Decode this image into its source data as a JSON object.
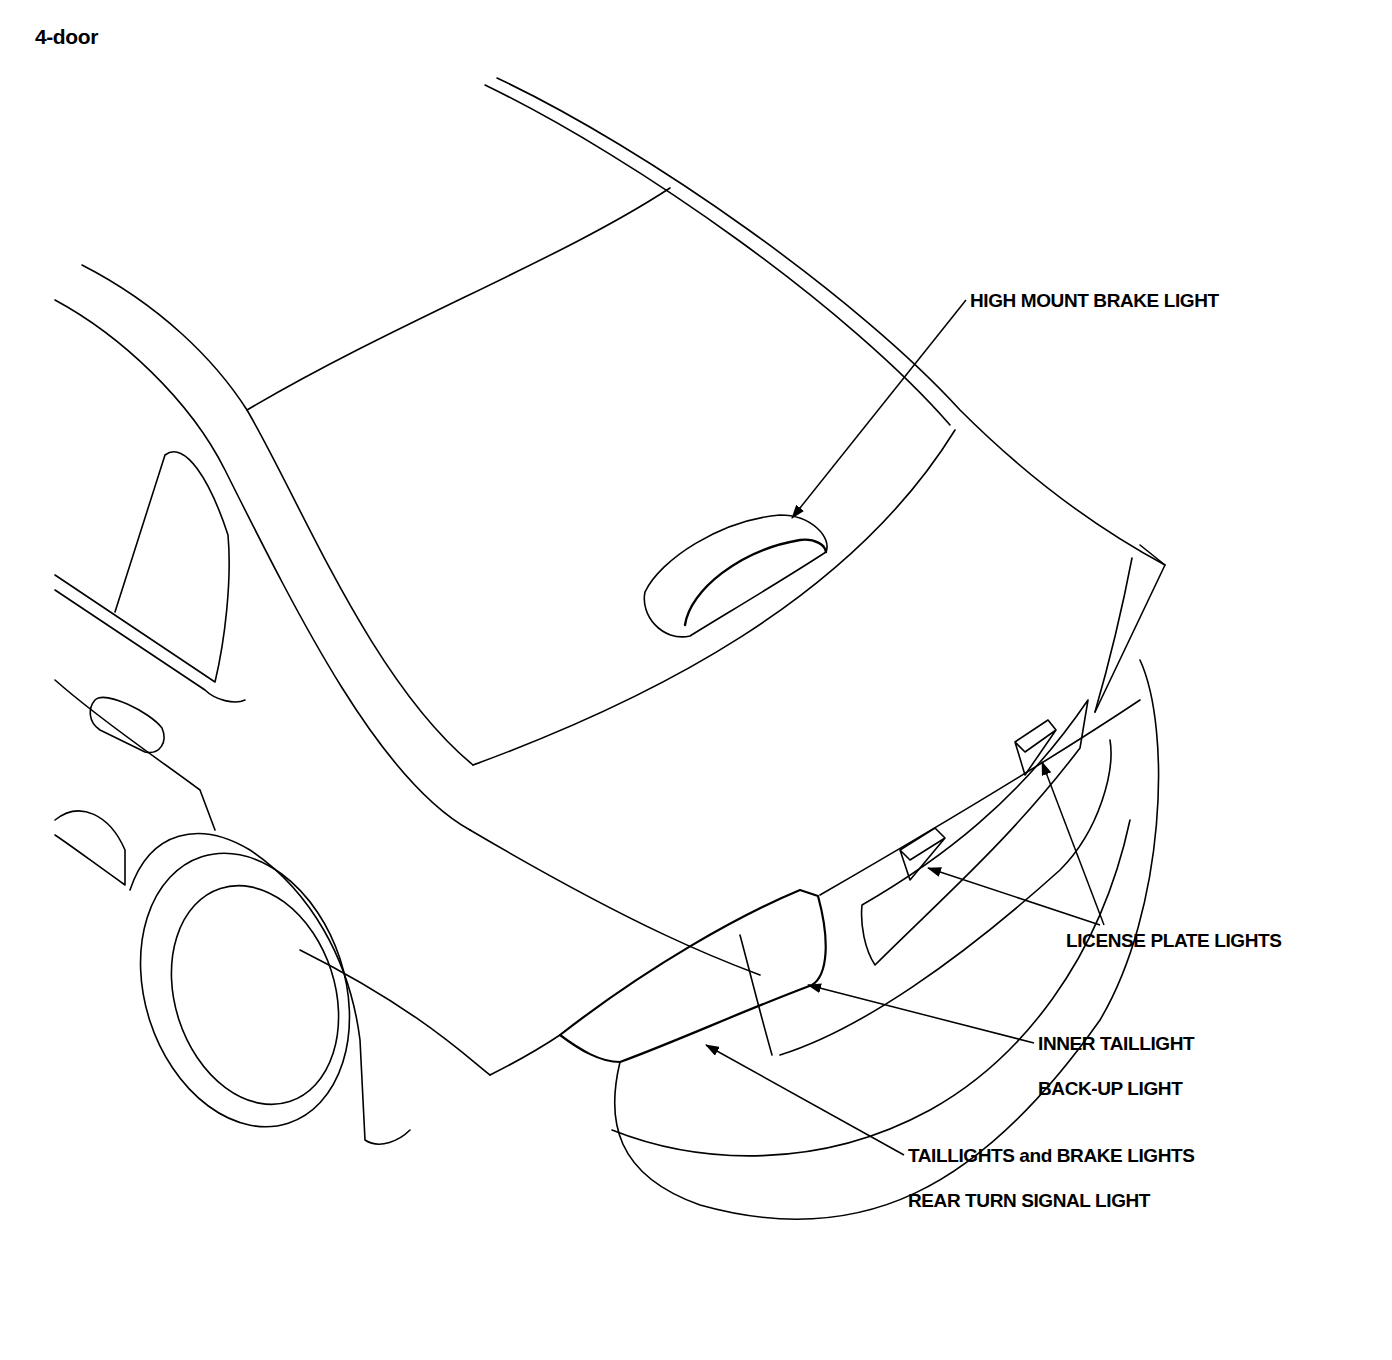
{
  "diagram": {
    "title": "4-door",
    "labels": [
      "HIGH MOUNT BRAKE LIGHT",
      "LICENSE PLATE LIGHTS",
      "INNER TAILLIGHT",
      "BACK-UP LIGHT",
      "TAILLIGHTS and BRAKE LIGHTS",
      "REAR TURN SIGNAL LIGHT"
    ]
  }
}
